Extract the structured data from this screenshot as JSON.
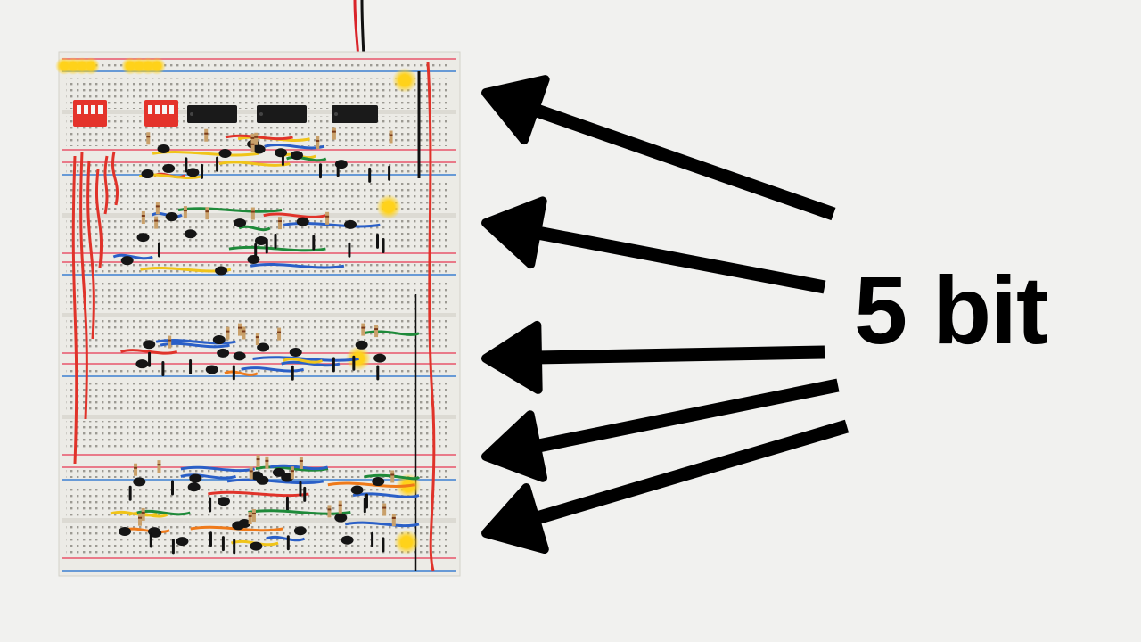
{
  "caption": {
    "text": "5 bit"
  },
  "photo": {
    "subject": "breadboard-computer",
    "background_color": "#f1f1ef",
    "board_color": "#ecebe6",
    "rail_red": "#e8546a",
    "rail_blue": "#3d7fd1",
    "wire_colors": [
      "#e0332a",
      "#2a5fc7",
      "#f0c419",
      "#1f8a3a",
      "#111111",
      "#ef7a1a"
    ],
    "led_color": "#ffd21a",
    "switch_color": "#e4332b",
    "chip_color": "#1a1a1a"
  },
  "arrows": {
    "color": "#000000",
    "count": 5
  }
}
